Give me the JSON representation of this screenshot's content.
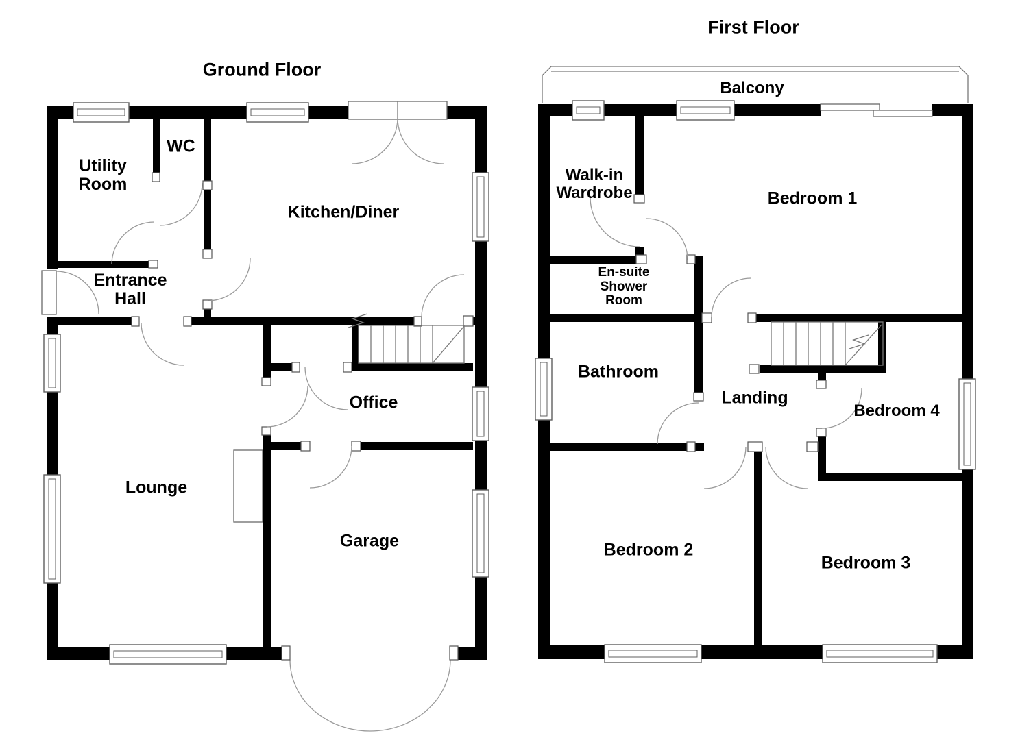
{
  "ground_floor": {
    "title": "Ground Floor",
    "rooms": {
      "utility": "Utility\nRoom",
      "wc": "WC",
      "kitchen": "Kitchen/Diner",
      "hall": "Entrance\nHall",
      "office": "Office",
      "lounge": "Lounge",
      "garage": "Garage"
    }
  },
  "first_floor": {
    "title": "First Floor",
    "rooms": {
      "balcony": "Balcony",
      "walk_in": "Walk-in\nWardrobe",
      "bedroom1": "Bedroom 1",
      "ensuite": "En-suite\nShower\nRoom",
      "bathroom": "Bathroom",
      "landing": "Landing",
      "bedroom4": "Bedroom 4",
      "bedroom2": "Bedroom 2",
      "bedroom3": "Bedroom 3"
    }
  },
  "colors": {
    "wall": "#000000",
    "background": "#ffffff",
    "door_arc": "#9a9a9a",
    "window_frame": "#5f5f5f",
    "text": "#000000"
  }
}
